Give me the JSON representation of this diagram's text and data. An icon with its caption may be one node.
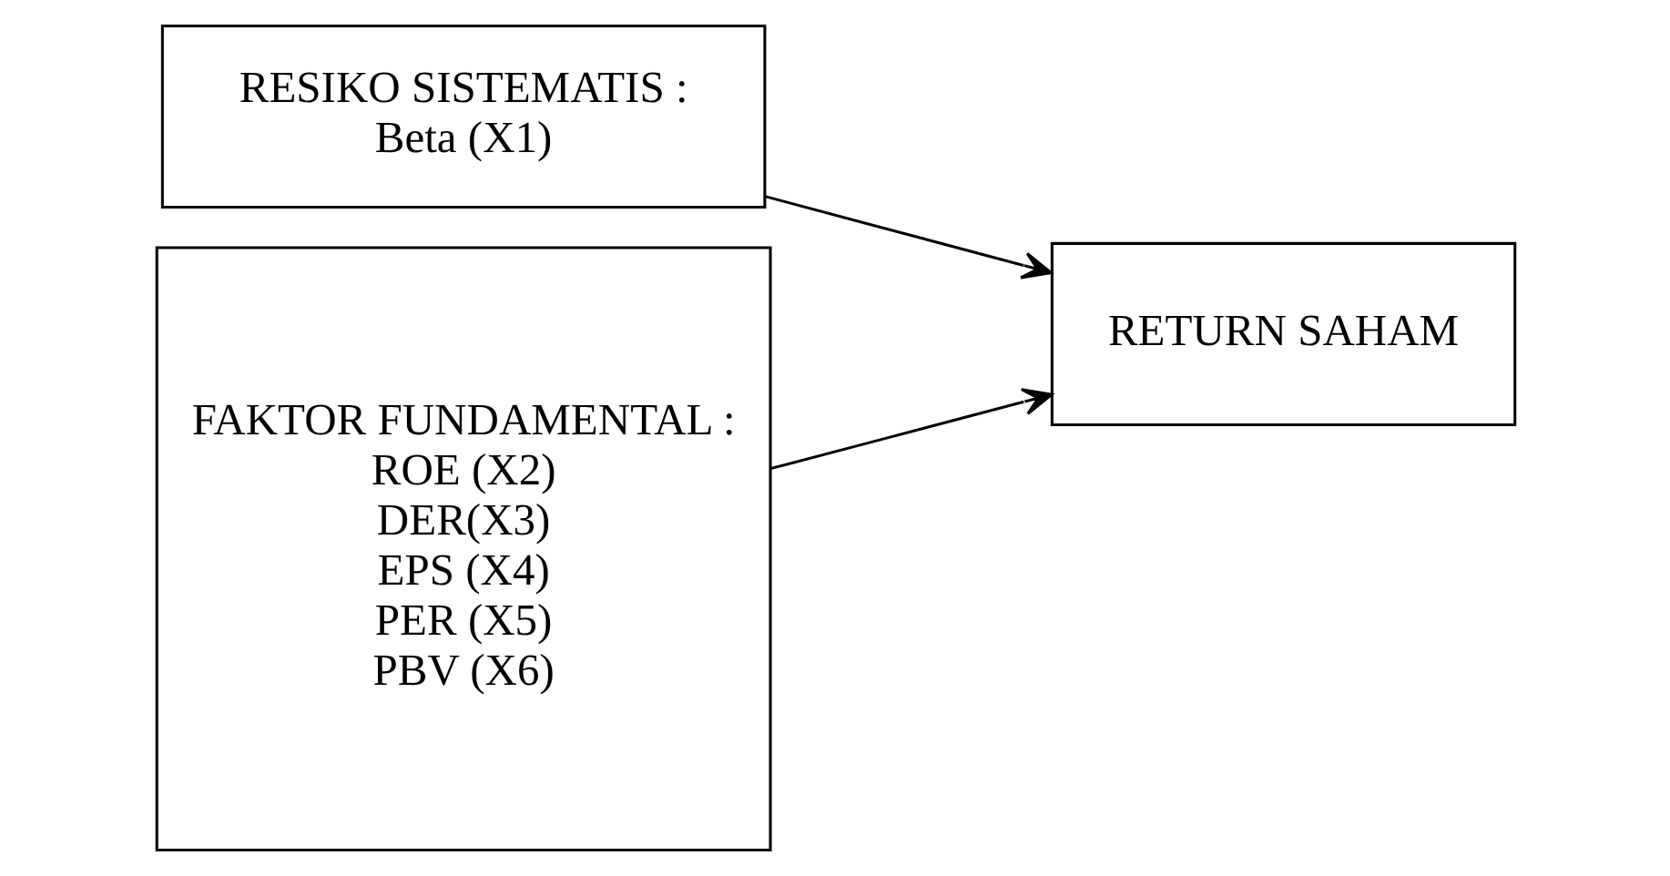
{
  "diagram": {
    "nodes": [
      {
        "text": [
          "RESIKO SISTEMATIS :",
          "Beta (X1)"
        ]
      },
      {
        "text": [
          "FAKTOR FUNDAMENTAL :",
          "ROE (X2)",
          "DER(X3)",
          "EPS (X4)",
          "PER (X5)",
          "PBV (X6)"
        ]
      },
      {
        "text": [
          "RETURN SAHAM"
        ]
      }
    ],
    "edges": [
      {
        "from": 0,
        "to": 2,
        "arrow": "to"
      },
      {
        "from": 1,
        "to": 2,
        "arrow": "to"
      }
    ]
  }
}
